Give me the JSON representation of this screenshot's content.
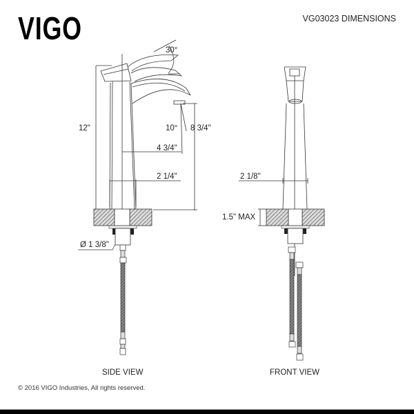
{
  "header": {
    "brand_logo": "VIGO",
    "document_title": "VG03023 DIMENSIONS"
  },
  "side_view": {
    "label": "SIDE VIEW",
    "dimensions": {
      "handle_angle": "30°",
      "total_height": "12\"",
      "spout_angle": "10°",
      "spout_height": "8 3/4\"",
      "spout_reach": "4 3/4\"",
      "base_width": "2 1/4\"",
      "hole_diameter": "Ø 1 3/8\""
    }
  },
  "front_view": {
    "label": "FRONT VIEW",
    "dimensions": {
      "base_width": "2 1/8\"",
      "max_deck_thickness": "1.5\" MAX"
    }
  },
  "footer": {
    "copyright": "© 2016 VIGO Industries, All rights reserved."
  },
  "colors": {
    "line": "#333333",
    "hatch": "#555555",
    "background": "#ffffff"
  }
}
